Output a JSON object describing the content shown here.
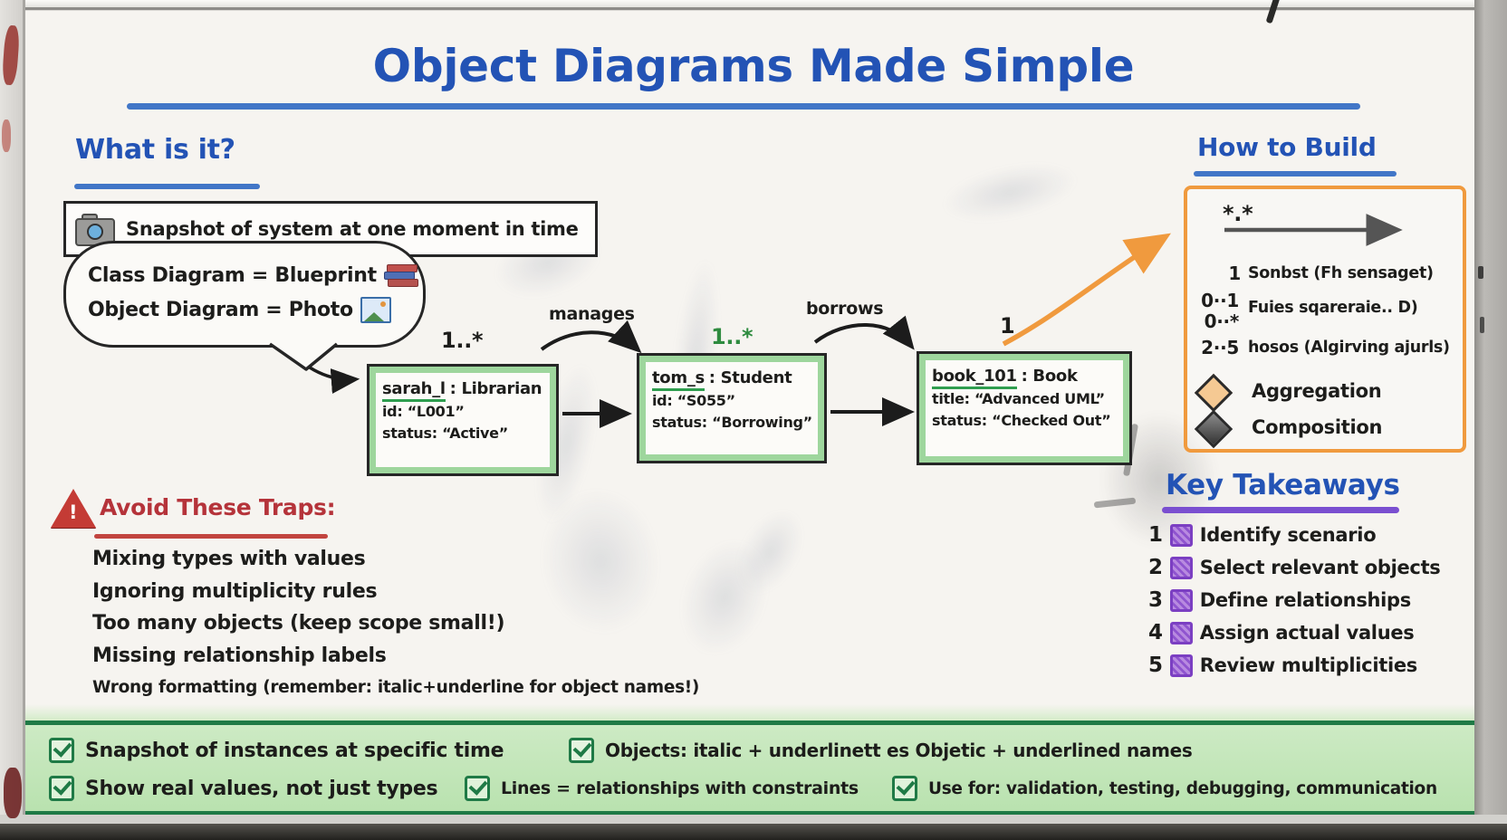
{
  "title": "Object Diagrams Made Simple",
  "what_is_it": {
    "heading": "What is it?",
    "snapshot_note": "Snapshot of system at one moment in time",
    "bubble_line1": "Class Diagram = Blueprint",
    "bubble_line2": "Object Diagram = Photo"
  },
  "diagram": {
    "objects": [
      {
        "name": "sarah_l",
        "type": ": Librarian",
        "attr1": "id: “L001”",
        "attr2": "status: “Active”",
        "multiplicity": "1..*"
      },
      {
        "name": "tom_s",
        "type": ": Student",
        "attr1": "id: “S055”",
        "attr2": "status: “Borrowing”",
        "multiplicity": "1..*"
      },
      {
        "name": "book_101",
        "type": ": Book",
        "attr1": "title: “Advanced UML”",
        "attr2": "status: “Checked Out”",
        "multiplicity": "1"
      }
    ],
    "relationship1": "manages",
    "relationship2": "borrows"
  },
  "how_to_build": {
    "heading": "How to Build",
    "arrow_label": "*.*",
    "rows": [
      {
        "mult": "1",
        "desc": "Sonbst (Fh sensaget)"
      },
      {
        "mult": "0··1",
        "mult2": "0··*",
        "desc": "Fuies sqareraie.. D)"
      },
      {
        "mult": "2··5",
        "desc": "hosos (Algirving ajurls)"
      }
    ],
    "aggregation": "Aggregation",
    "composition": "Composition"
  },
  "traps": {
    "heading": "Avoid These Traps:",
    "warning_glyph": "!",
    "items": [
      "Mixing types with values",
      "Ignoring multiplicity rules",
      "Too many objects (keep scope small!)",
      "Missing relationship labels",
      "Wrong formatting (remember: italic+underline for object names!)"
    ]
  },
  "takeaways": {
    "heading": "Key Takeaways",
    "items": [
      {
        "num": "1",
        "text": "Identify scenario"
      },
      {
        "num": "2",
        "text": "Select relevant objects"
      },
      {
        "num": "3",
        "text": "Define relationships"
      },
      {
        "num": "4",
        "text": "Assign actual values"
      },
      {
        "num": "5",
        "text": "Review multiplicities"
      }
    ]
  },
  "footer": {
    "row1_item1": "Snapshot of instances at specific time",
    "row1_item2": "Objects: italic + underlinett es Objetic + underlined names",
    "row2_item1": "Show real values, not just types",
    "row2_item2": "Lines = relationships with constraints",
    "row2_item3": "Use for: validation, testing, debugging, communication"
  },
  "colors": {
    "heading_blue": "#2353b5",
    "traps_red": "#b5333a",
    "takeaways_underline_purple": "#7a4fd0",
    "object_border_green": "#86cd86",
    "object_name_underline_green": "#2f9e4f",
    "multiplicity_green": "#2e8b3f",
    "build_box_orange": "#f09a3e",
    "banner_green": "#c4e6ba",
    "banner_line_green": "#1f7a46",
    "aggregation_diamond": "#f5c993"
  }
}
